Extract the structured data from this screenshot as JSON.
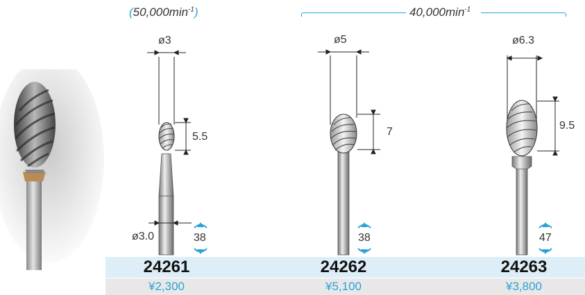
{
  "speeds": {
    "left": {
      "value": "50,000",
      "unit": "min",
      "exp": "-1"
    },
    "right": {
      "value": "40,000",
      "unit": "min",
      "exp": "-1"
    }
  },
  "products": [
    {
      "code": "24261",
      "price": "¥2,300",
      "head_diameter": "ø3",
      "head_length": "5.5",
      "shank_diameter": "ø3.0",
      "total_length": "38"
    },
    {
      "code": "24262",
      "price": "¥5,100",
      "head_diameter": "ø5",
      "head_length": "7",
      "total_length": "38"
    },
    {
      "code": "24263",
      "price": "¥3,800",
      "head_diameter": "ø6.3",
      "head_length": "9.5",
      "total_length": "47"
    }
  ],
  "colors": {
    "accent": "#29a3d6",
    "code_band": "#ddeef8",
    "price_band": "#e8e8e8"
  }
}
